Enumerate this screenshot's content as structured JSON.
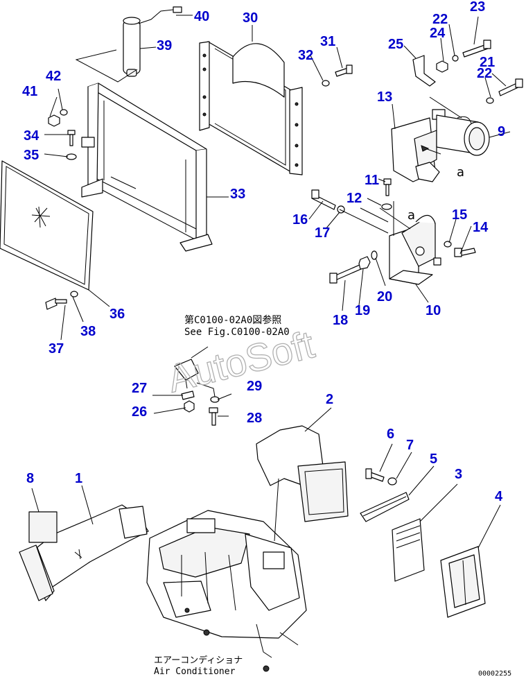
{
  "callouts": [
    "1",
    "2",
    "3",
    "4",
    "5",
    "6",
    "7",
    "8",
    "9",
    "10",
    "11",
    "12",
    "13",
    "14",
    "15",
    "16",
    "17",
    "18",
    "19",
    "20",
    "21",
    "22",
    "23",
    "24",
    "25",
    "26",
    "27",
    "28",
    "29",
    "30",
    "31",
    "32",
    "33",
    "34",
    "35",
    "36",
    "37",
    "38",
    "39",
    "40",
    "41",
    "42"
  ],
  "view_marks": [
    "a",
    "a"
  ],
  "reference": {
    "jp": "第C0100-02A0図参照",
    "en": "See Fig.C0100-02A0"
  },
  "watermark": "AutoSoft",
  "caption": {
    "jp": "エアーコンディショナ",
    "en": "Air Conditioner"
  },
  "drawing_code": "00002255",
  "colors": {
    "callout": "#0000cc",
    "line": "#000000",
    "watermark": "#b0b0b0"
  }
}
